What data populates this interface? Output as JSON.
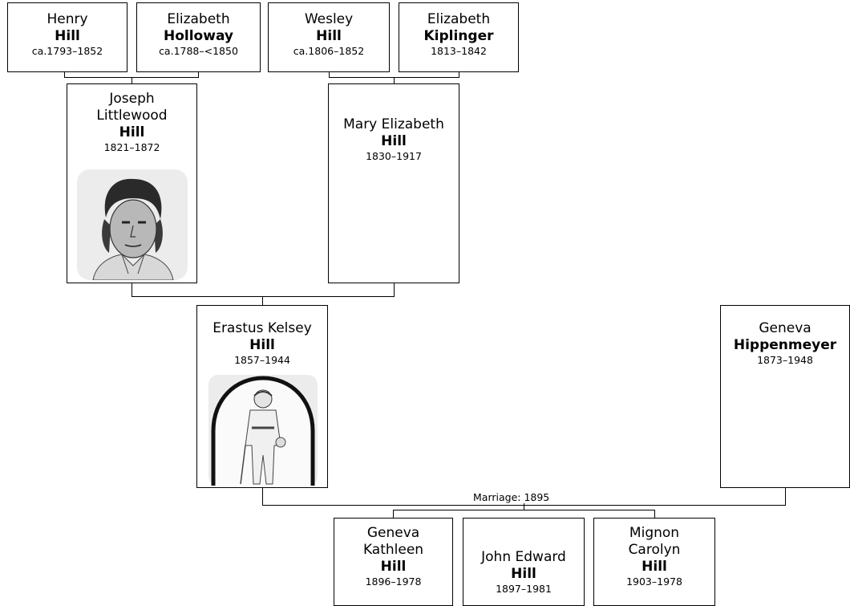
{
  "people": {
    "henry": {
      "given": "Henry",
      "surname": "Hill",
      "dates": "ca.1793–1852"
    },
    "eliz_h": {
      "given": "Elizabeth",
      "surname": "Holloway",
      "dates": "ca.1788–<1850"
    },
    "wesley": {
      "given": "Wesley",
      "surname": "Hill",
      "dates": "ca.1806–1852"
    },
    "eliz_k": {
      "given": "Elizabeth",
      "surname": "Kiplinger",
      "dates": "1813–1842"
    },
    "joseph": {
      "given1": "Joseph",
      "given2": "Littlewood",
      "surname": "Hill",
      "dates": "1821–1872",
      "portrait": "portrait-of-joseph-hill"
    },
    "mary": {
      "given": "Mary Elizabeth",
      "surname": "Hill",
      "dates": "1830–1917"
    },
    "erastus": {
      "given": "Erastus Kelsey",
      "surname": "Hill",
      "dates": "1857–1944",
      "portrait": "oval-portrait-of-erastus-hill"
    },
    "geneva_h": {
      "given": "Geneva",
      "surname": "Hippenmeyer",
      "dates": "1873–1948"
    },
    "geneva_k": {
      "given1": "Geneva",
      "given2": "Kathleen",
      "surname": "Hill",
      "dates": "1896–1978"
    },
    "john": {
      "given": "John Edward",
      "surname": "Hill",
      "dates": "1897–1981"
    },
    "mignon": {
      "given1": "Mignon",
      "given2": "Carolyn",
      "surname": "Hill",
      "dates": "1903–1978"
    }
  },
  "marriage_label": "Marriage: 1895",
  "colors": {
    "border": "#000000",
    "background": "#ffffff",
    "portrait_bg": "#ececec"
  }
}
